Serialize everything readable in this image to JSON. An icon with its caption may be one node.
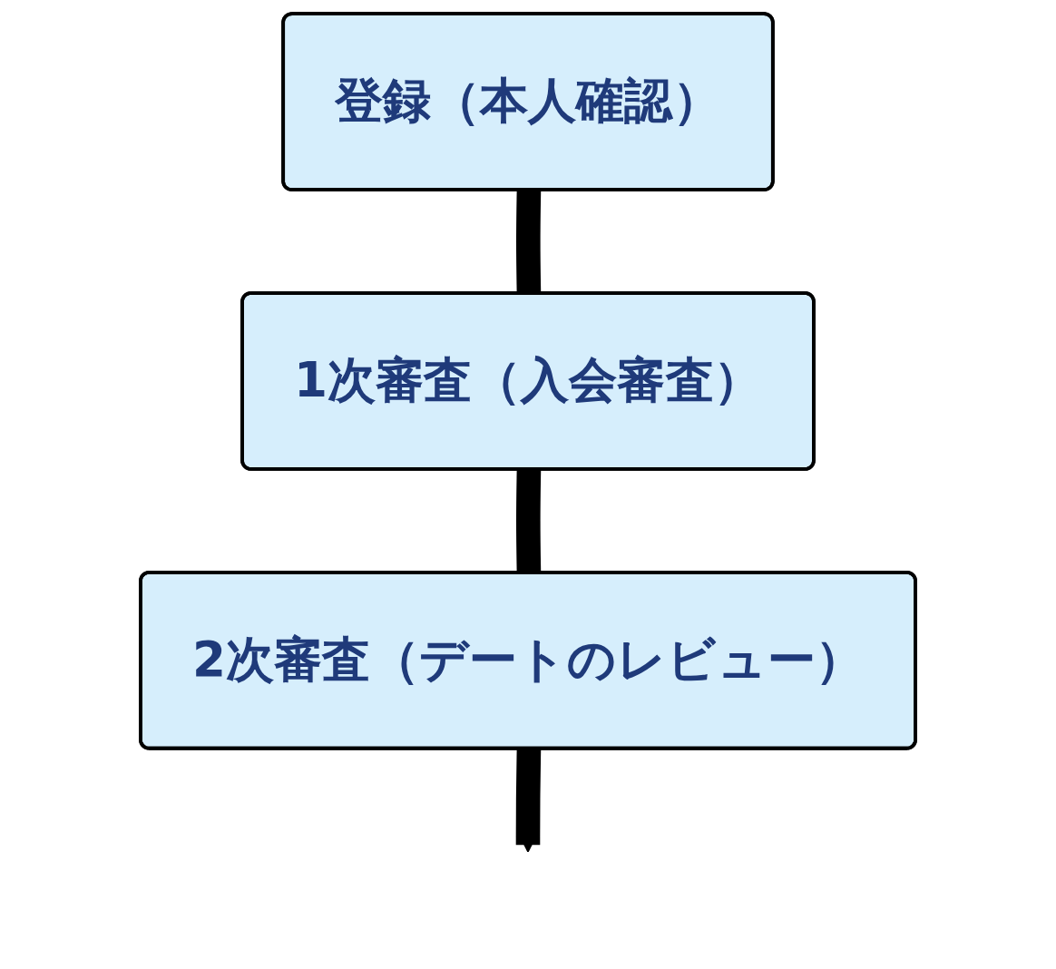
{
  "diagram": {
    "nodes": [
      {
        "text": [
          "登録（本人確認）"
        ]
      },
      {
        "text": [
          "1次審査（入会審査）"
        ]
      },
      {
        "text": [
          "2次審査（デートのレビュー）"
        ]
      }
    ],
    "edges": [
      {
        "from": 0,
        "to": 1,
        "arrow": "none"
      },
      {
        "from": 1,
        "to": 2,
        "arrow": "none"
      },
      {
        "from": 2,
        "to": null,
        "arrow": "to"
      }
    ]
  }
}
